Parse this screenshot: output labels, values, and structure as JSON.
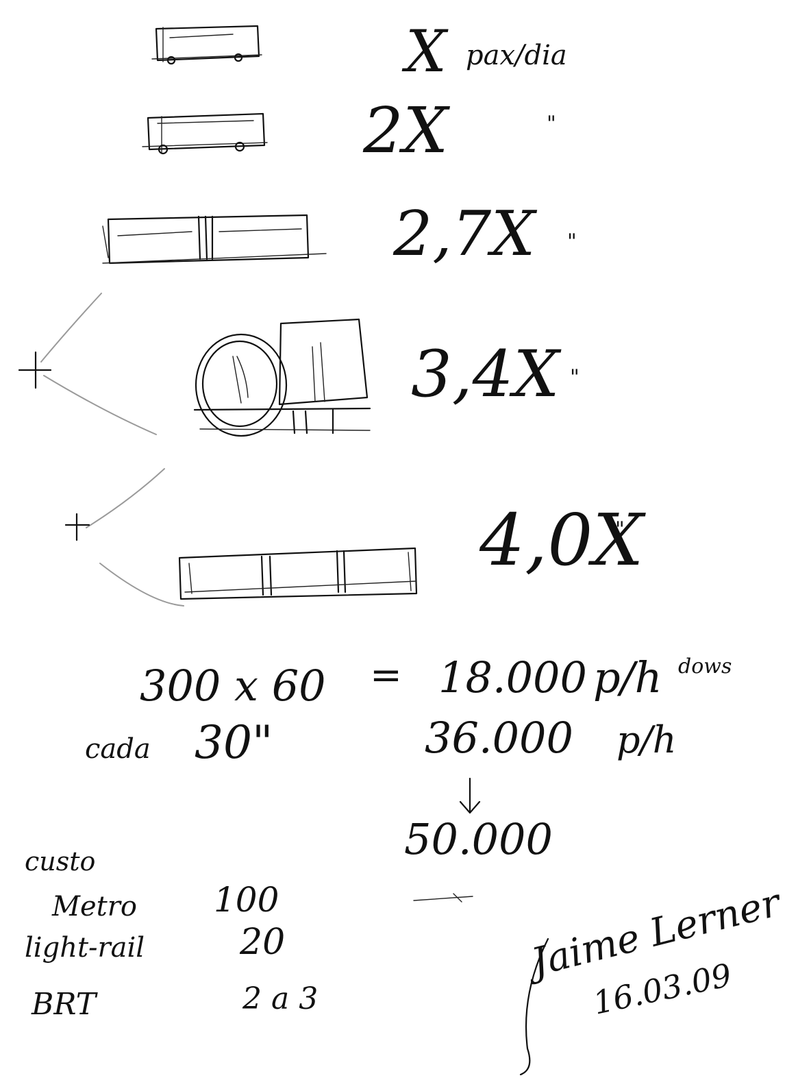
{
  "rows": [
    {
      "multiplier": "X",
      "unit": "pax/dia"
    },
    {
      "multiplier": "2X",
      "ditto": "\""
    },
    {
      "multiplier": "2,7X",
      "ditto": "\""
    },
    {
      "multiplier": "3,4X",
      "ditto": "\""
    },
    {
      "multiplier": "4,0X",
      "ditto": "\""
    }
  ],
  "calc": {
    "formula": "300 x 60",
    "equals": "=",
    "result1": "18.000",
    "result1_unit": "p/h",
    "result1_note": "dows",
    "cada_label": "cada",
    "cada_value": "30\"",
    "result2": "36.000",
    "result2_unit": "p/h",
    "result3": "50.000"
  },
  "costs": {
    "heading": "custo",
    "items": [
      {
        "label": "Metro",
        "value": "100"
      },
      {
        "label": "light-rail",
        "value": "20"
      },
      {
        "label": "BRT",
        "value": "2 a 3"
      }
    ]
  },
  "signature": {
    "name": "Jaime Lerner",
    "date": "16.03.09"
  }
}
